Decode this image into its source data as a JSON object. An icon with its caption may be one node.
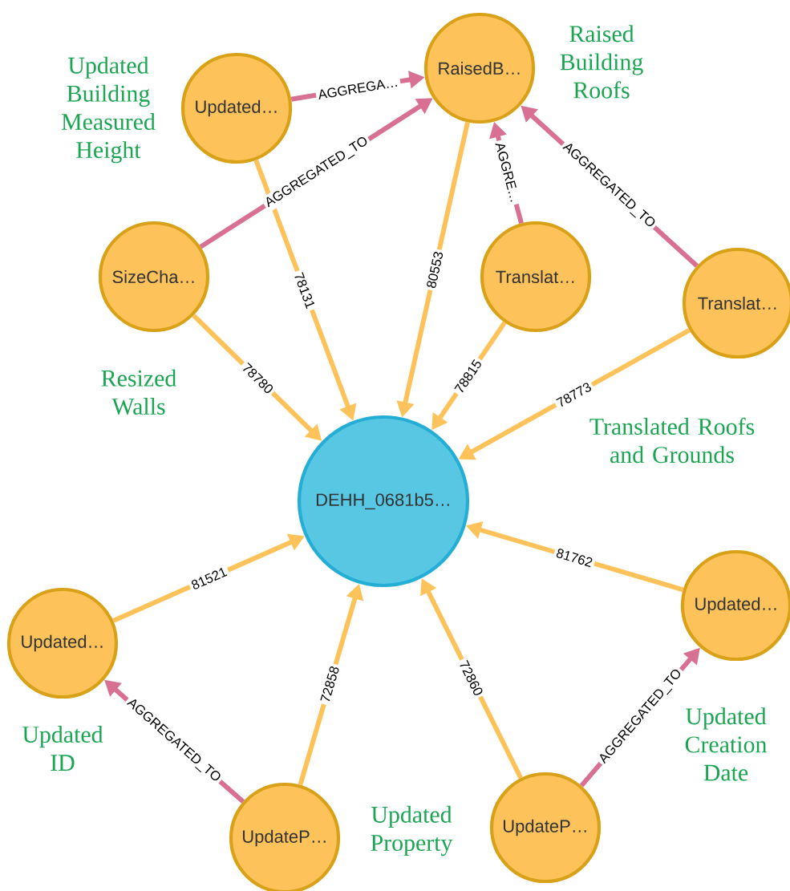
{
  "diagram": {
    "nodes": [
      {
        "text": [
          "DEHH_0681b5…"
        ]
      },
      {
        "text": [
          "RaisedB…"
        ]
      },
      {
        "text": [
          "Updated…"
        ]
      },
      {
        "text": [
          "SizeCha…"
        ]
      },
      {
        "text": [
          "Translat…"
        ]
      },
      {
        "text": [
          "Translat…"
        ]
      },
      {
        "text": [
          "Updated…"
        ]
      },
      {
        "text": [
          "UpdateP…"
        ]
      },
      {
        "text": [
          "UpdateP…"
        ]
      },
      {
        "text": [
          "Updated…"
        ]
      }
    ],
    "edges": [
      {
        "from": 2,
        "to": 1,
        "arrow": "to",
        "label": "AGGREGA…",
        "color": "#d87093"
      },
      {
        "from": 3,
        "to": 1,
        "arrow": "to",
        "label": "AGGREGATED_TO",
        "color": "#d87093"
      },
      {
        "from": 4,
        "to": 1,
        "arrow": "to",
        "label": "AGGRE…",
        "color": "#d87093"
      },
      {
        "from": 5,
        "to": 1,
        "arrow": "to",
        "label": "AGGREGATED_TO",
        "color": "#d87093"
      },
      {
        "from": 2,
        "to": 0,
        "arrow": "to",
        "label": "78131"
      },
      {
        "from": 1,
        "to": 0,
        "arrow": "to",
        "label": "80553"
      },
      {
        "from": 3,
        "to": 0,
        "arrow": "to",
        "label": "78780"
      },
      {
        "from": 4,
        "to": 0,
        "arrow": "to",
        "label": "78815"
      },
      {
        "from": 5,
        "to": 0,
        "arrow": "to",
        "label": "78773"
      },
      {
        "from": 9,
        "to": 0,
        "arrow": "to",
        "label": "81762"
      },
      {
        "from": 6,
        "to": 0,
        "arrow": "to",
        "label": "81521"
      },
      {
        "from": 7,
        "to": 0,
        "arrow": "to",
        "label": "72858"
      },
      {
        "from": 8,
        "to": 0,
        "arrow": "to",
        "label": "72860"
      },
      {
        "from": 7,
        "to": 6,
        "arrow": "to",
        "label": "AGGREGATED_TO",
        "color": "#d87093"
      },
      {
        "from": 8,
        "to": 9,
        "arrow": "to",
        "label": "AGGREGATED_TO",
        "color": "#d87093"
      }
    ],
    "labels": [
      "Raised Building Roofs",
      "Updated Building Measured Height",
      "Resized Walls",
      "Translated Roofs and Grounds",
      "Updated ID",
      "Updated Creation Date",
      "Updated Property"
    ]
  }
}
